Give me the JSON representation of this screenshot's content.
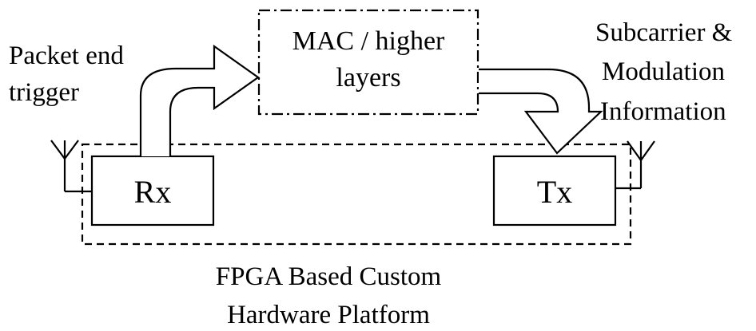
{
  "mac_box": {
    "line1": "MAC / higher",
    "line2": "layers"
  },
  "rx_block": {
    "label": "Rx"
  },
  "tx_block": {
    "label": "Tx"
  },
  "trigger_note": {
    "line1": "Packet end",
    "line2": "trigger"
  },
  "subcarrier_note": {
    "line1": "Subcarrier &",
    "line2": "Modulation",
    "line3": "Information"
  },
  "platform_caption": {
    "line1": "FPGA Based Custom",
    "line2": "Hardware Platform"
  },
  "colors": {
    "stroke": "#000000",
    "background": "#ffffff"
  }
}
